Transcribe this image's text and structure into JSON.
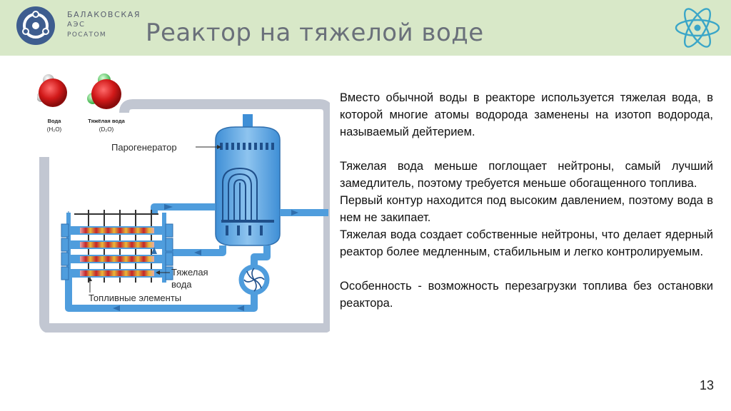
{
  "header": {
    "brand_line1": "БАЛАКОВСКАЯ",
    "brand_line2": "АЭС",
    "brand_line3": "РОСАТОМ",
    "title": "Реактор на тяжелой воде"
  },
  "diagram": {
    "molecule_water_label": "Вода",
    "molecule_water_formula": "(H₂O)",
    "molecule_heavy_label": "Тяжёлая вода",
    "molecule_heavy_formula": "(D₂O)",
    "label_steam_generator": "Парогенератор",
    "label_heavy_water_line1": "Тяжелая",
    "label_heavy_water_line2": "вода",
    "label_fuel_elements": "Топливные элементы"
  },
  "text": {
    "p1": "Вместо обычной воды в реакторе используется тяжелая вода, в которой многие атомы водорода заменены на изотоп водорода, называемый дейтерием.",
    "p2": "Тяжелая вода  меньше поглощает нейтроны, самый лучший замедлитель, поэтому требуется меньше обогащенного топлива.",
    "p3": "Первый контур находится под высоким давлением, поэтому вода в нем не закипает.",
    "p4": "Тяжелая вода создает собственные нейтроны, что делает ядерный реактор более медленным, стабильным и легко контролируемым.",
    "p5": "Особенность - возможность перезагрузки топлива без остановки реактора."
  },
  "footer": {
    "page_number": "13"
  },
  "colors": {
    "header_bg": "#d8e8c8",
    "pipe_blue": "#4f9ddd",
    "frame_grey": "#c2c7d2"
  },
  "icons": {
    "logo": "rosatom-logo-icon",
    "atom": "atom-icon"
  }
}
